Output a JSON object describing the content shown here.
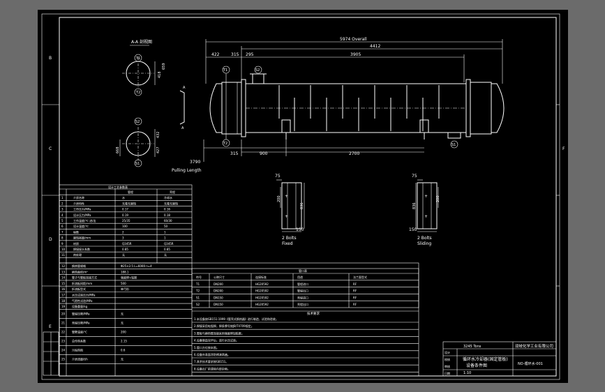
{
  "colors": {
    "screen": "#6b6b6b",
    "paper": "#000000",
    "ink": "#ffffff"
  },
  "section_label": "A-A 剖视图",
  "section_arrow": "A",
  "dims_top": {
    "overall": "5974  Overall",
    "d4412": "4412",
    "d3905": "3905",
    "d422": "422",
    "d315": "315",
    "d295": "295"
  },
  "dims_bottom": {
    "d315": "315",
    "d900": "900",
    "d2700": "2700",
    "d3790": "3790"
  },
  "pulling_length": "Pulling Length",
  "nozzle_tags": [
    "T1",
    "S2",
    "T2",
    "S1"
  ],
  "section_dims": [
    "418",
    "659",
    "432",
    "427",
    "668"
  ],
  "saddles": {
    "fixed": {
      "d75": "75",
      "d200": "200",
      "d836": "836",
      "d150": "150",
      "bolts": "2   Bolts",
      "label": "Fixed"
    },
    "sliding": {
      "d75": "75",
      "d200": "200",
      "d836": "836",
      "d150": "150",
      "bolts": "2   Bolts",
      "label": "Sliding"
    }
  },
  "design_table": {
    "title": "设计工艺参数表",
    "header": [
      "",
      "",
      "管程",
      "壳程"
    ],
    "rows": [
      [
        "1",
        "介质名称",
        "水",
        "冷却水"
      ],
      [
        "2",
        "介质特性",
        "无毒无腐蚀",
        "无毒无腐蚀"
      ],
      [
        "3",
        "工作压力/MPa",
        "0.17",
        "0.16"
      ],
      [
        "4",
        "设计压力/MPa",
        "0.19",
        "0.18"
      ],
      [
        "5",
        "工作温度/℃ 进/出",
        "25/35",
        "60/30"
      ],
      [
        "6",
        "设计温度/℃",
        "100",
        "50"
      ],
      [
        "7",
        "程数",
        "2",
        "1"
      ],
      [
        "8",
        "腐蚀裕量/mm",
        "3",
        "1"
      ],
      [
        "9",
        "材质",
        "Q345R",
        "Q345R"
      ],
      [
        "10",
        "焊接接头系数",
        "0.85",
        "0.85"
      ],
      [
        "11",
        "热处理",
        "无",
        "无"
      ]
    ],
    "rows2": [
      [
        "12",
        "换热管规格",
        "Φ25×2.5 L=6000 n=4",
        ""
      ],
      [
        "13",
        "换热面积/m²",
        "188.1",
        ""
      ],
      [
        "14",
        "管子与管板连接方式",
        "强度焊+贴胀",
        ""
      ],
      [
        "15",
        "折流板间距/mm",
        "500",
        ""
      ],
      [
        "16",
        "折流板型式",
        "单弓形",
        ""
      ],
      [
        "17",
        "水压试验压力/MPa",
        "",
        ""
      ],
      [
        "18",
        "气密性试验/MPa",
        "",
        ""
      ],
      [
        "19",
        "设备重量/kg",
        "",
        ""
      ]
    ],
    "rows3": [
      [
        "20",
        "管程压降/MPa",
        "无",
        ""
      ],
      [
        "21",
        "壳程压降/MPa",
        "无",
        ""
      ],
      [
        "22",
        "管壁温度/℃",
        "200",
        ""
      ],
      [
        "23",
        "总传热系数",
        "2.15",
        ""
      ],
      [
        "24",
        "污垢热阻",
        "0.6",
        ""
      ],
      [
        "25",
        "介质流量/t/h",
        "无",
        ""
      ]
    ]
  },
  "nozzle_table": {
    "title": "管口表",
    "header": [
      "符号",
      "公称尺寸",
      "连接标准",
      "用途",
      "法兰面型式"
    ],
    "rows": [
      [
        "T1",
        "DN200",
        "HG20592",
        "管程进口",
        "RF"
      ],
      [
        "T2",
        "DN200",
        "HG20592",
        "管程出口",
        "RF"
      ],
      [
        "S1",
        "DN150",
        "HG20592",
        "壳程进口",
        "RF"
      ],
      [
        "S2",
        "DN150",
        "HG20592",
        "壳程出口",
        "RF"
      ]
    ]
  },
  "notes": {
    "title": "技术要求",
    "lines": [
      "1.本设备按GB151-1999《管壳式换热器》进行制造、试验和验收。",
      "2.焊接采用电弧焊，焊条牌号按JB/T4709规定。",
      "3.管板与换热管连接采用强度焊加贴胀。",
      "4.设备制造完毕后，进行水压试验。",
      "5.管口方位按本图。",
      "6.设备外表面涂防锈漆两遍。",
      "7.其余技术要求按GB151。",
      "8.设备出厂前清除内部杂物。"
    ]
  },
  "title_block": {
    "company": "双岐化学工业有限公司",
    "drawing": "循环水冷却器(固定管板)",
    "subtitle": "设备条件图",
    "number": "NO-循环水-001",
    "left_cells": [
      "设计",
      "校核",
      "审核",
      "日期"
    ],
    "weight": "3245 Tons",
    "scale": "1:10"
  },
  "zone_letters": [
    "B",
    "C",
    "D",
    "E",
    "F"
  ]
}
